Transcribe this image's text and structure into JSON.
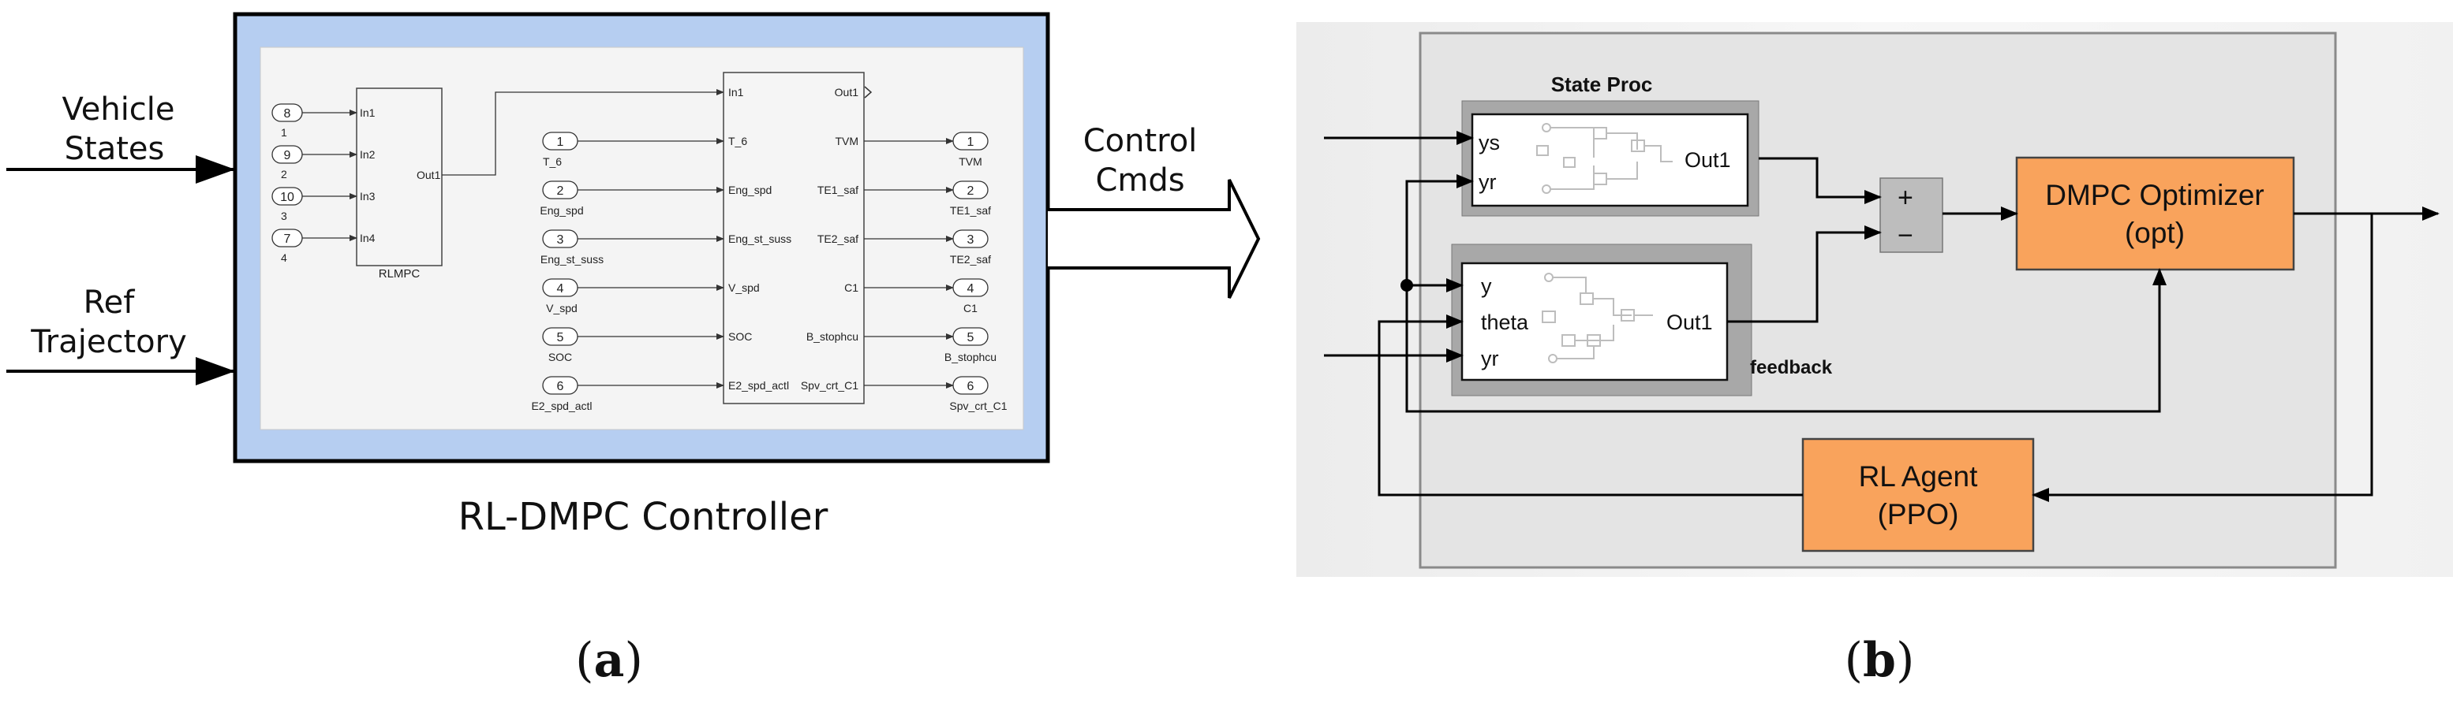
{
  "panel_a": {
    "inputs": {
      "vehicle_states": [
        "Vehicle",
        "States"
      ],
      "ref_trajectory": [
        "Ref",
        "Trajectory"
      ]
    },
    "output_label": [
      "Control",
      "Cmds"
    ],
    "caption": "RL-DMPC Controller",
    "subfigure_label": [
      "(",
      "a",
      ")"
    ],
    "rlmpc": {
      "name": "RLMPC",
      "inports": [
        {
          "num": "8",
          "sub": "1",
          "port": "In1"
        },
        {
          "num": "9",
          "sub": "2",
          "port": "In2"
        },
        {
          "num": "10",
          "sub": "3",
          "port": "In3"
        },
        {
          "num": "7",
          "sub": "4",
          "port": "In4"
        }
      ],
      "outport": "Out1"
    },
    "subsystem": {
      "top_in": "In1",
      "top_out": "Out1",
      "inputs": [
        {
          "num": "1",
          "name": "T_6",
          "port": "T_6"
        },
        {
          "num": "2",
          "name": "Eng_spd",
          "port": "Eng_spd"
        },
        {
          "num": "3",
          "name": "Eng_st_suss",
          "port": "Eng_st_suss"
        },
        {
          "num": "4",
          "name": "V_spd",
          "port": "V_spd"
        },
        {
          "num": "5",
          "name": "SOC",
          "port": "SOC"
        },
        {
          "num": "6",
          "name": "E2_spd_actl",
          "port": "E2_spd_actl"
        }
      ],
      "outputs": [
        {
          "num": "1",
          "name": "TVM",
          "port": "TVM"
        },
        {
          "num": "2",
          "name": "TE1_saf",
          "port": "TE1_saf"
        },
        {
          "num": "3",
          "name": "TE2_saf",
          "port": "TE2_saf"
        },
        {
          "num": "4",
          "name": "C1",
          "port": "C1"
        },
        {
          "num": "5",
          "name": "B_stophcu",
          "port": "B_stophcu"
        },
        {
          "num": "6",
          "name": "Spv_crt_C1",
          "port": "Spv_crt_C1"
        }
      ]
    }
  },
  "panel_b": {
    "subfigure_label": [
      "(",
      "b",
      ")"
    ],
    "state_proc": {
      "title": "State Proc",
      "ports": [
        "ys",
        "yr"
      ],
      "out": "Out1"
    },
    "feedback": {
      "title": "feedback",
      "ports": [
        "y",
        "theta",
        "yr"
      ],
      "out": "Out1"
    },
    "sum_signs": [
      "+",
      "−"
    ],
    "dmpc": [
      "DMPC Optimizer",
      "(opt)"
    ],
    "rl_agent": [
      "RL Agent",
      "(PPO)"
    ]
  }
}
